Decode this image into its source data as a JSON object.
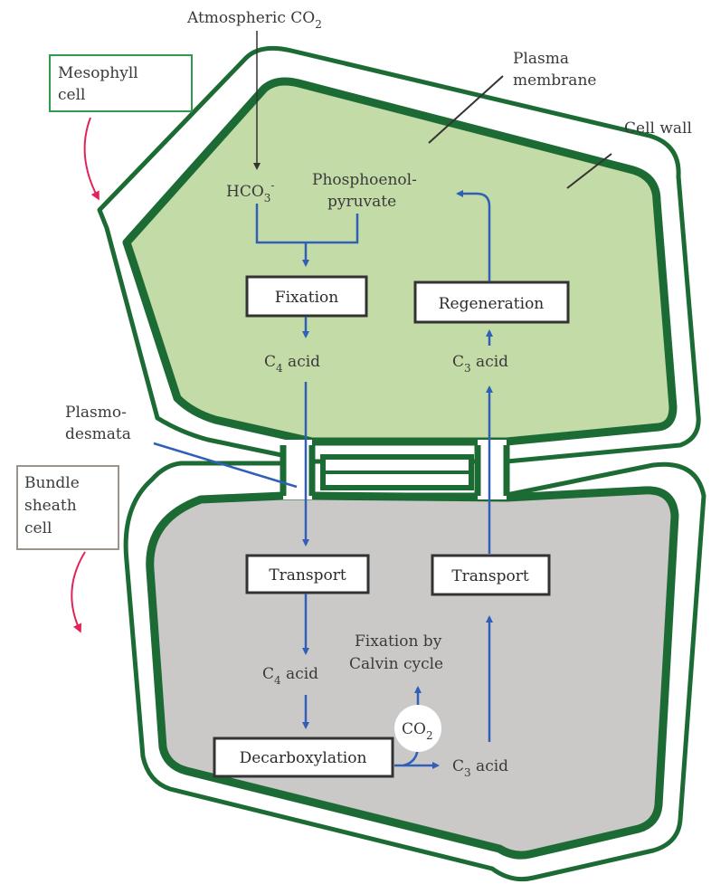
{
  "colors": {
    "membrane": "#1c6b34",
    "mesophyll_fill": "#c3dba7",
    "bundle_fill": "#cbc8c8",
    "arrow": "#2f5fb7",
    "pointer": "#e0245a",
    "callout": "#333333",
    "mesophyll_box": "#2f9a4c",
    "bundle_box": "#9a948d"
  },
  "labels": {
    "atmospheric_co2": "Atmospheric CO",
    "atmospheric_co2_sub": "2",
    "mesophyll_cell_l1": "Mesophyll",
    "mesophyll_cell_l2": "cell",
    "plasma_membrane_l1": "Plasma",
    "plasma_membrane_l2": "membrane",
    "cell_wall": "Cell wall",
    "hco3": "HCO",
    "hco3_sub": "3",
    "hco3_sup": "-",
    "pep_l1": "Phosphoenol-",
    "pep_l2": "pyruvate",
    "plasmodesmata_l1": "Plasmo-",
    "plasmodesmata_l2": "desmata",
    "bundle_sheath_l1": "Bundle",
    "bundle_sheath_l2": "sheath",
    "bundle_sheath_l3": "cell",
    "c4_acid_top": "C",
    "c4_acid_top_sub": "4",
    "c4_acid_top_rest": " acid",
    "c3_acid_top": "C",
    "c3_acid_top_sub": "3",
    "c3_acid_top_rest": " acid",
    "c4_acid_bottom": "C",
    "c4_acid_bottom_sub": "4",
    "c4_acid_bottom_rest": " acid",
    "c3_acid_bottom": "C",
    "c3_acid_bottom_sub": "3",
    "c3_acid_bottom_rest": " acid",
    "calvin_l1": "Fixation by",
    "calvin_l2": "Calvin cycle",
    "co2": "CO",
    "co2_sub": "2"
  },
  "processes": {
    "fixation": "Fixation",
    "regeneration": "Regeneration",
    "transport_left": "Transport",
    "transport_right": "Transport",
    "decarboxylation": "Decarboxylation"
  }
}
